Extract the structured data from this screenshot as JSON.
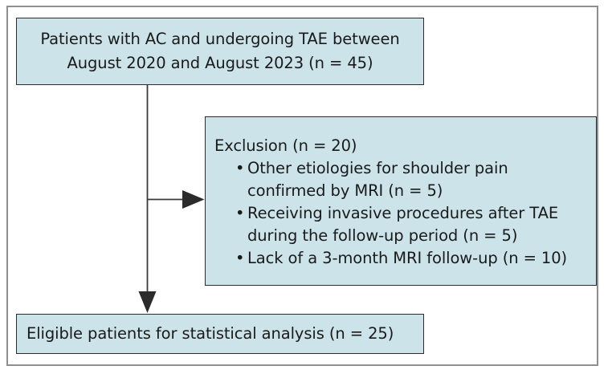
{
  "figure": {
    "type": "study-flow-diagram",
    "colors": {
      "box_fill": "#cce4e9",
      "box_border": "#2c2c2c",
      "frame_border": "#8f8f8f",
      "connector": "#3a3a3a",
      "text": "#1a1a1a",
      "background": "#ffffff"
    }
  },
  "enrolled_box": {
    "line1": "Patients with AC and undergoing TAE between",
    "line2": "August 2020 and August 2023 (n = 45)"
  },
  "exclusion_box": {
    "title": "Exclusion (n = 20)",
    "bullet_symbol": "•",
    "items": [
      {
        "line1": "Other etiologies for shoulder pain",
        "line2": "confirmed by MRI (n = 5)"
      },
      {
        "line1": "Receiving invasive procedures after TAE",
        "line2": "during the follow-up period (n = 5)"
      },
      {
        "line1": "Lack of a 3-month MRI follow-up (n = 10)",
        "line2": ""
      }
    ]
  },
  "eligible_box": {
    "line1": "Eligible patients for statistical analysis (n = 25)"
  },
  "connectors": [
    {
      "name": "trunk-vertical-line",
      "from": "enrolled_box",
      "to": "eligible_box",
      "arrowhead": "down"
    },
    {
      "name": "branch-horizontal-line",
      "from": "trunk",
      "to": "exclusion_box",
      "arrowhead": "right"
    }
  ]
}
